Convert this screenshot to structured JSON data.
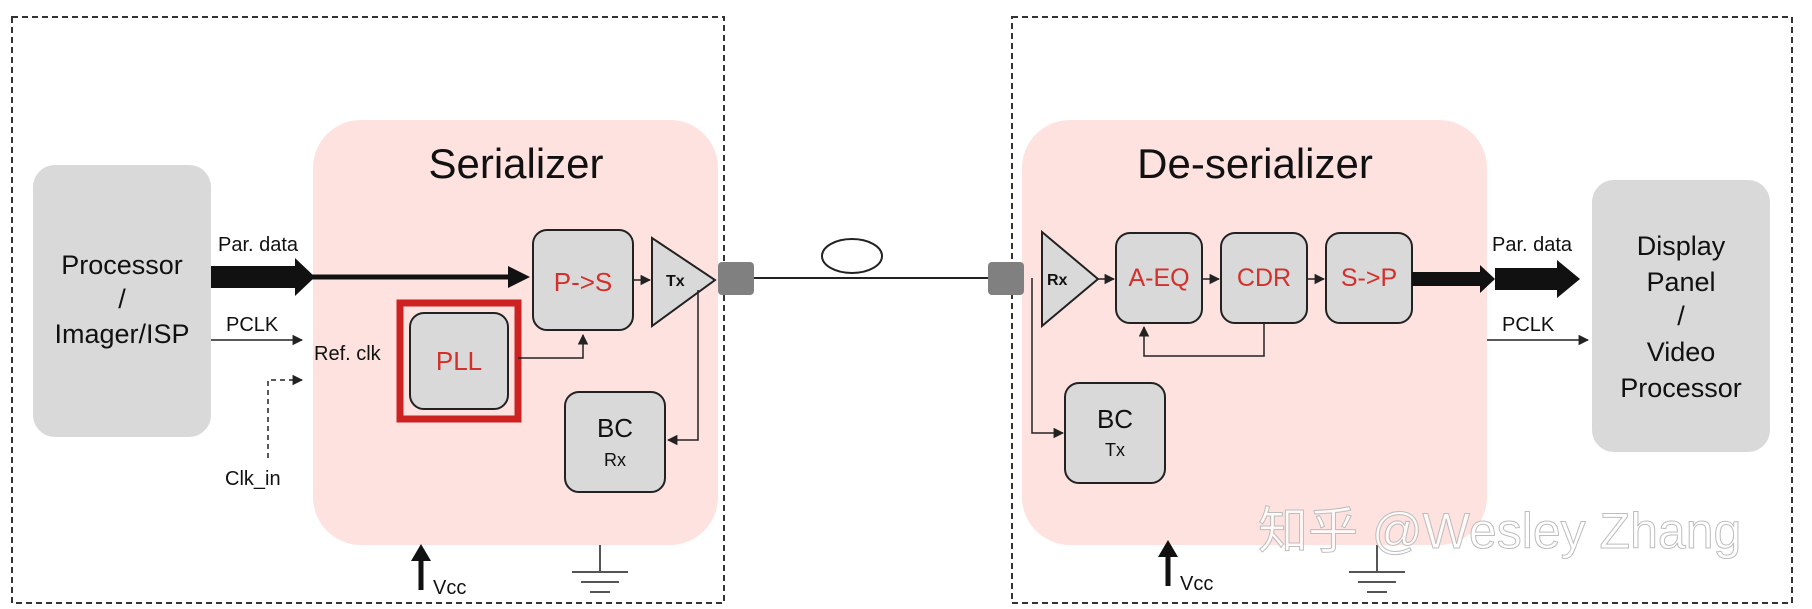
{
  "serializer_side": {
    "source_block": {
      "line1": "Processor",
      "line2": "/",
      "line3": "Imager/ISP"
    },
    "title": "Serializer",
    "par_data_label": "Par. data",
    "pclk_label": "PCLK",
    "ref_clk_label": "Ref. clk",
    "clk_in_label": "Clk_in",
    "pll_label": "PLL",
    "p_to_s_label": "P->S",
    "tx_label": "Tx",
    "bc_label": "BC",
    "bc_sub_label": "Rx",
    "vcc_label": "Vcc"
  },
  "link": {},
  "deserializer_side": {
    "title": "De-serializer",
    "rx_label": "Rx",
    "aeq_label": "A-EQ",
    "cdr_label": "CDR",
    "s_to_p_label": "S->P",
    "bc_label": "BC",
    "bc_sub_label": "Tx",
    "par_data_label": "Par. data",
    "pclk_label": "PCLK",
    "vcc_label": "Vcc",
    "sink_block": {
      "line1": "Display",
      "line2": "Panel",
      "line3": "/",
      "line4": "Video",
      "line5": "Processor"
    }
  },
  "watermark": "知乎 @Wesley Zhang",
  "colors": {
    "highlight_red": "#cc2222",
    "block_text_red": "#d4302b",
    "block_fill": "#d9d9d9",
    "panel_fill": "#fde2e0",
    "connector_fill": "#808080",
    "io_block_fill": "#d9d9d9"
  }
}
